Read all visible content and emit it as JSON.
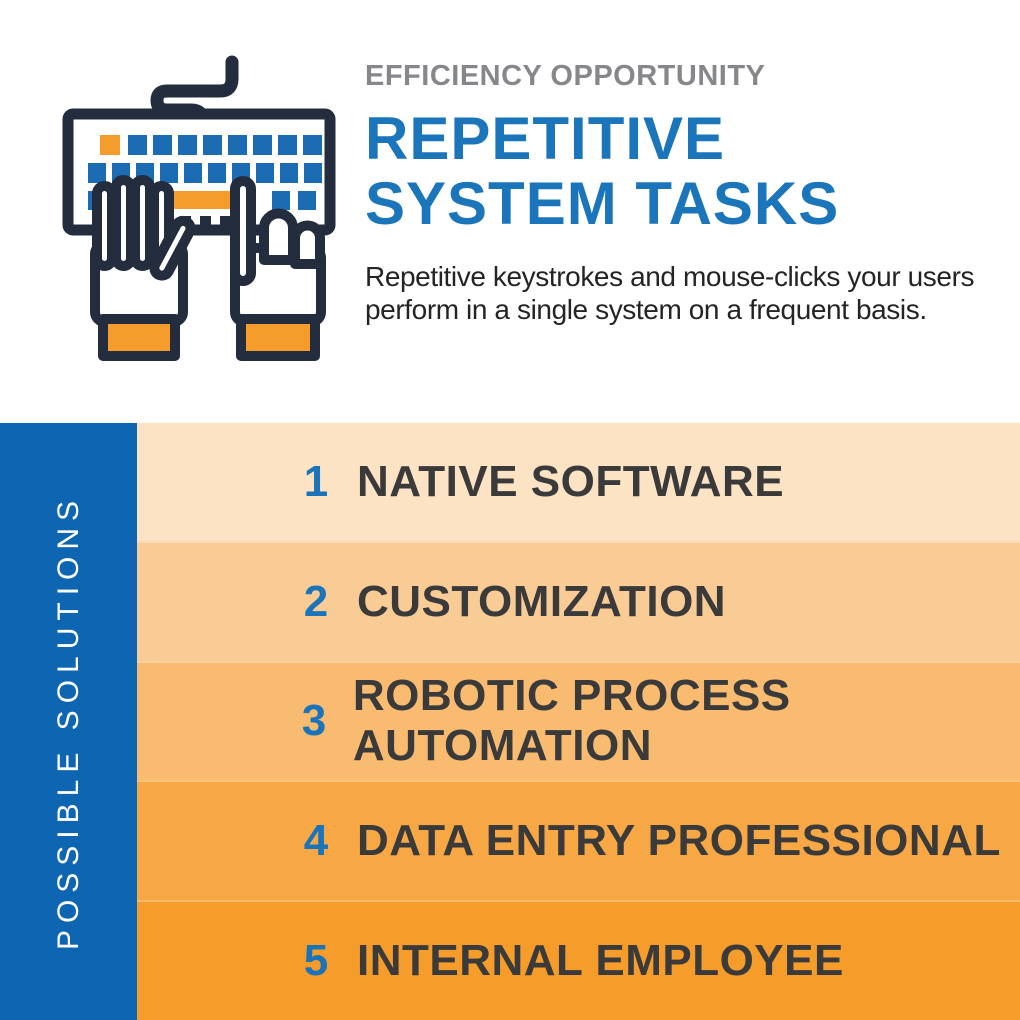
{
  "header": {
    "kicker": "EFFICIENCY OPPORTUNITY",
    "title_line1": "REPETITIVE",
    "title_line2": "SYSTEM TASKS",
    "description_line1": "Repetitive keystrokes and mouse-clicks your users",
    "description_line2": "perform in a single system on a frequent basis."
  },
  "illustration": {
    "name": "keyboard-with-typing-hands",
    "colors": {
      "outline_navy": "#232d3e",
      "key_blue": "#1c6cb3",
      "accent_orange": "#f59d2c",
      "fill_white": "#ffffff"
    }
  },
  "sidebar": {
    "label": "POSSIBLE SOLUTIONS",
    "background": "#0e66b2",
    "text_color": "#ffffff"
  },
  "solutions": [
    {
      "number": "1",
      "label": "NATIVE SOFTWARE",
      "background": "#fce3c3"
    },
    {
      "number": "2",
      "label": "CUSTOMIZATION",
      "background": "#f9cc96"
    },
    {
      "number": "3",
      "label": "ROBOTIC PROCESS AUTOMATION",
      "background": "#f9bb70"
    },
    {
      "number": "4",
      "label": "DATA ENTRY PROFESSIONAL",
      "background": "#f7a744"
    },
    {
      "number": "5",
      "label": "INTERNAL EMPLOYEE",
      "background": "#f59c2b"
    }
  ],
  "colors": {
    "title_blue": "#1b75bb",
    "number_blue": "#1b74b9",
    "kicker_gray": "#85878a",
    "label_dark": "#3a3a3b",
    "sidebar_blue": "#0e66b2"
  }
}
